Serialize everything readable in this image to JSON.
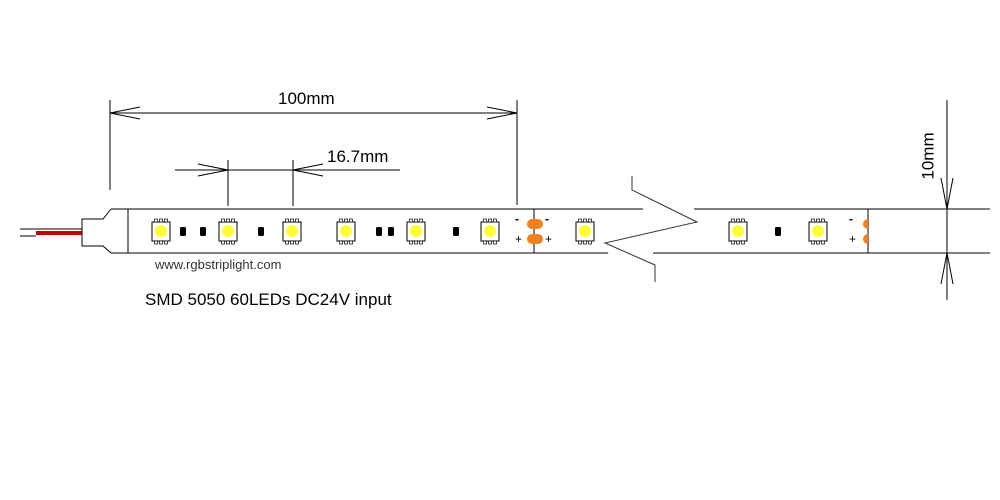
{
  "dimensions": {
    "pitch_total": "100mm",
    "led_pitch": "16.7mm",
    "width": "10mm"
  },
  "website": "www.rgbstriplight.com",
  "caption": "SMD 5050 60LEDs DC24V input",
  "polarity": {
    "minus": "-",
    "plus": "+"
  },
  "colors": {
    "led": "#ffff33",
    "pad": "#f08020",
    "wire_red": "#c00000"
  }
}
